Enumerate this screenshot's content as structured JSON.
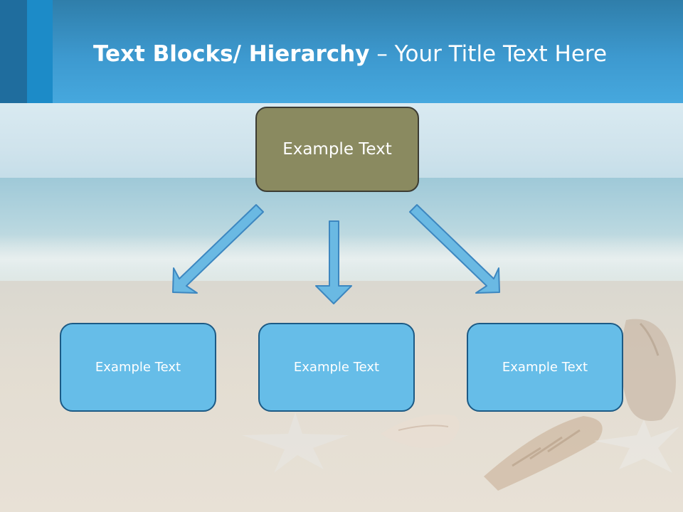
{
  "header": {
    "title_bold": "Text Blocks/ Hierarchy",
    "title_rest": "– Your Title Text Here"
  },
  "diagram": {
    "root": {
      "label": "Example Text"
    },
    "children": [
      {
        "label": "Example Text"
      },
      {
        "label": "Example Text"
      },
      {
        "label": "Example Text"
      }
    ]
  },
  "colors": {
    "header": "#3d99cf",
    "root_box": "#8a8a60",
    "child_box": "#66bde8",
    "arrow_fill": "#6ab9e3",
    "arrow_stroke": "#3d87c0"
  }
}
